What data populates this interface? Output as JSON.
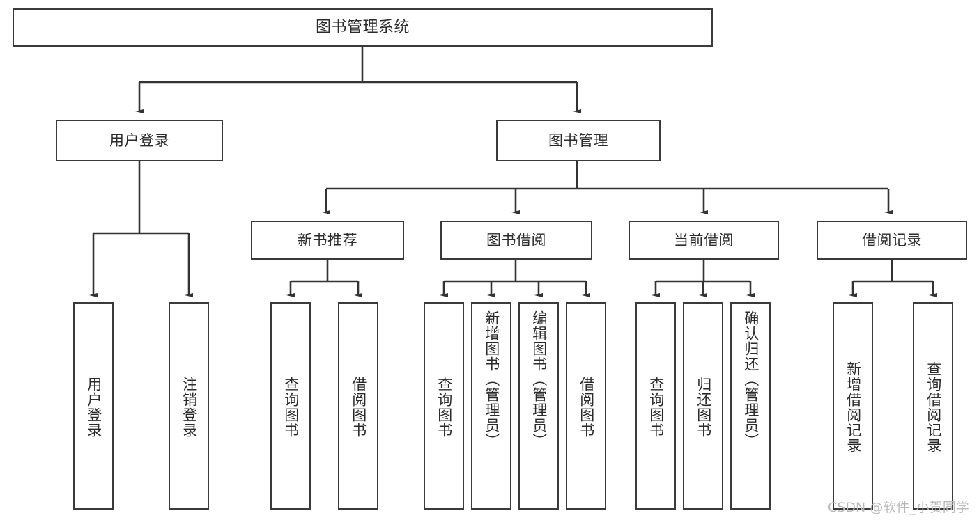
{
  "diagram": {
    "type": "tree-hierarchy",
    "title": "图书管理系统",
    "watermark": "CSDN @软件_小贺同学",
    "colors": {
      "background": "#ffffff",
      "border": "#3a3a3a",
      "text": "#2b2b2b",
      "connector": "#333333",
      "watermark": "#b9b9b9"
    },
    "root": {
      "label": "图书管理系统"
    },
    "level2": [
      {
        "id": "user-login",
        "label": "用户登录"
      },
      {
        "id": "book-management",
        "label": "图书管理"
      }
    ],
    "level3": [
      {
        "id": "new-book-recommend",
        "label": "新书推荐"
      },
      {
        "id": "book-borrow",
        "label": "图书借阅"
      },
      {
        "id": "current-borrow",
        "label": "当前借阅"
      },
      {
        "id": "borrow-record",
        "label": "借阅记录"
      }
    ],
    "leaves": {
      "user-login": [
        {
          "id": "leaf-user-login",
          "label": "用户登录"
        },
        {
          "id": "leaf-logout-login",
          "label": "注销登录"
        }
      ],
      "new-book-recommend": [
        {
          "id": "leaf-query-book-1",
          "label": "查询图书"
        },
        {
          "id": "leaf-borrow-book-1",
          "label": "借阅图书"
        }
      ],
      "book-borrow": [
        {
          "id": "leaf-query-book-2",
          "label": "查询图书"
        },
        {
          "id": "leaf-add-book",
          "label": "新增图书（管理员）"
        },
        {
          "id": "leaf-edit-book",
          "label": "编辑图书（管理员）"
        },
        {
          "id": "leaf-borrow-book-2",
          "label": "借阅图书"
        }
      ],
      "current-borrow": [
        {
          "id": "leaf-query-book-3",
          "label": "查询图书"
        },
        {
          "id": "leaf-return-book",
          "label": "归还图书"
        },
        {
          "id": "leaf-confirm-return",
          "label": "确认归还（管理员）"
        }
      ],
      "borrow-record": [
        {
          "id": "leaf-add-record",
          "label": "新增借阅记录"
        },
        {
          "id": "leaf-query-record",
          "label": "查询借阅记录"
        }
      ]
    }
  }
}
